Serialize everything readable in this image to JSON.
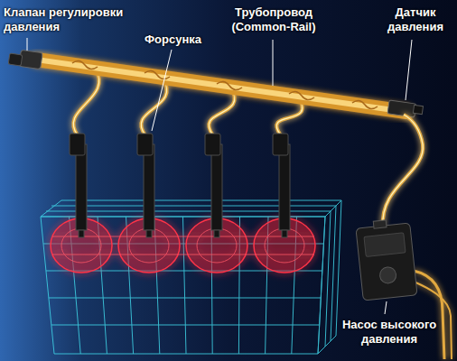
{
  "diagram": {
    "labels": [
      "Клапан регулировки давления",
      "Форсунка",
      "Трубопровод (Common-Rail)",
      "Датчик давления",
      "Насос высокого давления"
    ]
  }
}
